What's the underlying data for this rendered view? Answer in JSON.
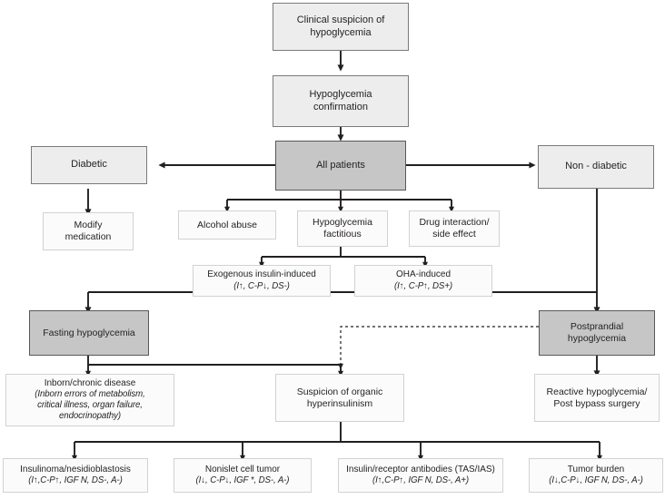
{
  "diagram": {
    "title": "Hypoglycemia diagnostic algorithm flowchart",
    "type": "flowchart",
    "colors": {
      "fill_light": "#ededed",
      "fill_mid": "#c6c6c6",
      "fill_white": "#fbfbfb",
      "border_dark": "#58585a",
      "border_light": "#d2d2d2",
      "text": "#231f20",
      "connector": "#231f20"
    },
    "nodes": {
      "clinical_suspicion": {
        "line1": "Clinical suspicion of",
        "line2": "hypoglycemia"
      },
      "hypoglycemia_confirmation": {
        "line1": "Hypoglycemia",
        "line2": "confirmation"
      },
      "all_patients": {
        "line1": "All patients"
      },
      "diabetic": {
        "line1": "Diabetic"
      },
      "non_diabetic": {
        "line1": "Non - diabetic"
      },
      "modify_medication": {
        "line1": "Modify",
        "line2": "medication"
      },
      "alcohol_abuse": {
        "line1": "Alcohol abuse"
      },
      "hypoglycemia_factitious": {
        "line1": "Hypoglycemia",
        "line2": "factitious"
      },
      "drug_interaction": {
        "line1": "Drug interaction/",
        "line2": "side effect"
      },
      "exogenous_insulin": {
        "line1": "Exogenous insulin-induced",
        "sub": "(I↑, C-P↓, DS-)"
      },
      "oha_induced": {
        "line1": "OHA-induced",
        "sub": "(I↑, C-P↑, DS+)"
      },
      "fasting_hypoglycemia": {
        "line1": "Fasting hypoglycemia"
      },
      "postprandial_hypoglycemia": {
        "line1": "Postprandial",
        "line2": "hypoglycemia"
      },
      "inborn_chronic_disease": {
        "line1": "Inborn/chronic disease",
        "sub1": "(Inborn errors of metabolism,",
        "sub2": "critical illness, organ failure,",
        "sub3": "endocrinopathy)"
      },
      "suspicion_organic_hyperinsulinism": {
        "line1": "Suspicion of organic",
        "line2": "hyperinsulinism"
      },
      "reactive_hypoglycemia": {
        "line1": "Reactive hypoglycemia/",
        "line2": "Post bypass surgery"
      },
      "insulinoma": {
        "line1": "Insulinoma/nesidioblastosis",
        "sub": "(I↑,C-P↑, IGF N, DS-, A-)"
      },
      "nonislet_cell_tumor": {
        "line1": "Nonislet cell tumor",
        "sub": "(I↓, C-P↓, IGF *, DS-, A-)"
      },
      "insulin_receptor_antibodies": {
        "line1": "Insulin/receptor antibodies (TAS/IAS)",
        "sub": "(I↑,C-P↑, IGF N, DS-, A+)"
      },
      "tumor_burden": {
        "line1": "Tumor burden",
        "sub": "(I↓,C-P↓, IGF N, DS-, A-)"
      }
    }
  }
}
